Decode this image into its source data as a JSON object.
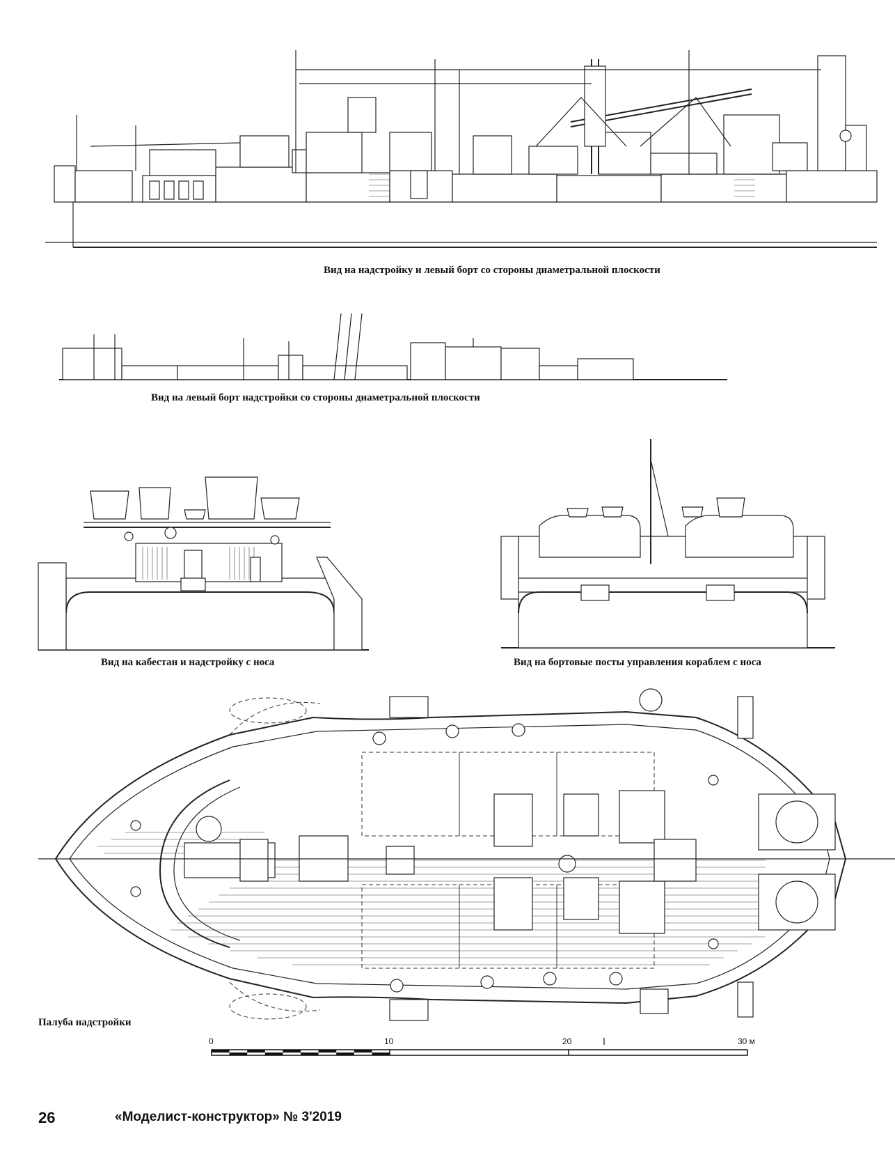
{
  "captions": {
    "view1": "Вид на надстройку и левый борт со стороны диаметральной плоскости",
    "view2": "Вид на левый борт надстройки со стороны диаметральной плоскости",
    "view3": "Вид на кабестан и надстройку с носа",
    "view4": "Вид на бортовые посты управления кораблем с носа",
    "view5": "Палуба надстройки"
  },
  "scale": {
    "labels": [
      "0",
      "10",
      "20",
      "30 м"
    ]
  },
  "footer": {
    "page_number": "26",
    "magazine": "«Моделист-конструктор» № 3'2019"
  }
}
